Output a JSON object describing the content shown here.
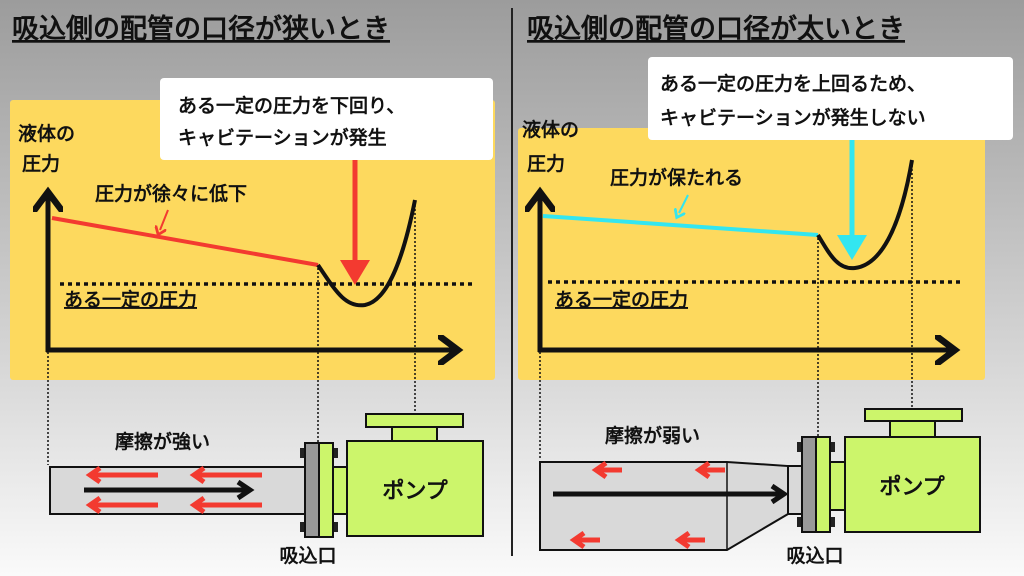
{
  "left": {
    "title": "吸込側の配管の口径が狭いとき",
    "y_label_line1": "液体の",
    "y_label_line2": "圧力",
    "trend_label": "圧力が徐々に低下",
    "threshold_label": "ある一定の圧力",
    "callout_line1": "ある一定の圧力を下回り、",
    "callout_line2": "キャビテーションが発生",
    "friction_label": "摩擦が強い",
    "pump_label": "ポンプ",
    "inlet_label": "吸込口"
  },
  "right": {
    "title": "吸込側の配管の口径が太いとき",
    "y_label_line1": "液体の",
    "y_label_line2": "圧力",
    "trend_label": "圧力が保たれる",
    "threshold_label": "ある一定の圧力",
    "callout_line1": "ある一定の圧力を上回るため、",
    "callout_line2": "キャビテーションが発生しない",
    "friction_label": "摩擦が弱い",
    "pump_label": "ポンプ",
    "inlet_label": "吸込口"
  },
  "colors": {
    "panel": "#fdd95e",
    "pump": "#ccf56b",
    "pressure_drop": "#f33a30",
    "pressure_kept": "#33e6f0",
    "pipe": "#d9d9d9"
  }
}
